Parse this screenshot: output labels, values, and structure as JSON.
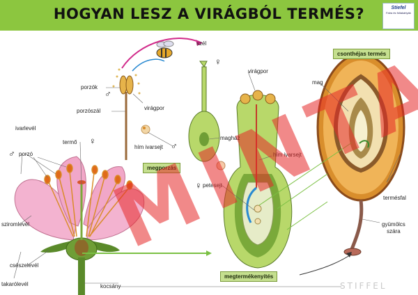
{
  "title": "HOGYAN LESZ A VIRÁGBÓL TERMÉS?",
  "logo": {
    "brand": "Stiefel",
    "tagline": "Falra és fóliakártyák"
  },
  "labels": {
    "szel": "szél",
    "porzok": "porzók",
    "porzoszal": "porzószál",
    "viragpor_1": "virágpor",
    "him_ivarsejt_1": "hím ivarsejt",
    "maghaz": "magház",
    "megporzas": "megporzás",
    "petesejt": "petesejt",
    "viragpor_2": "virágpor",
    "him_ivarsejt_2": "hím ivarsejt",
    "megtermekenyites": "megtermékenyítés",
    "csonthejas_termes": "csonthéjas termés",
    "mag": "mag",
    "termesfal": "termésfal",
    "gyumolcs_szara": "gyümölcs\nszára",
    "ivarlevel": "ivarlevél",
    "termo": "termő",
    "porzo": "porzó",
    "sziromlevel": "sziromlevél",
    "csészelevel": "csészelevél",
    "takarolevel": "takarólevél",
    "kocsany": "kocsány"
  },
  "symbols": {
    "male": "♂",
    "female": "♀"
  },
  "watermark": "MINTA",
  "footer_brand": "STIFFEL",
  "colors": {
    "header": "#8cc63f",
    "watermark": "#e62828",
    "petal": "#f3b3d0",
    "ovary": "#9bc24a",
    "fruit": "#d98e2c"
  }
}
